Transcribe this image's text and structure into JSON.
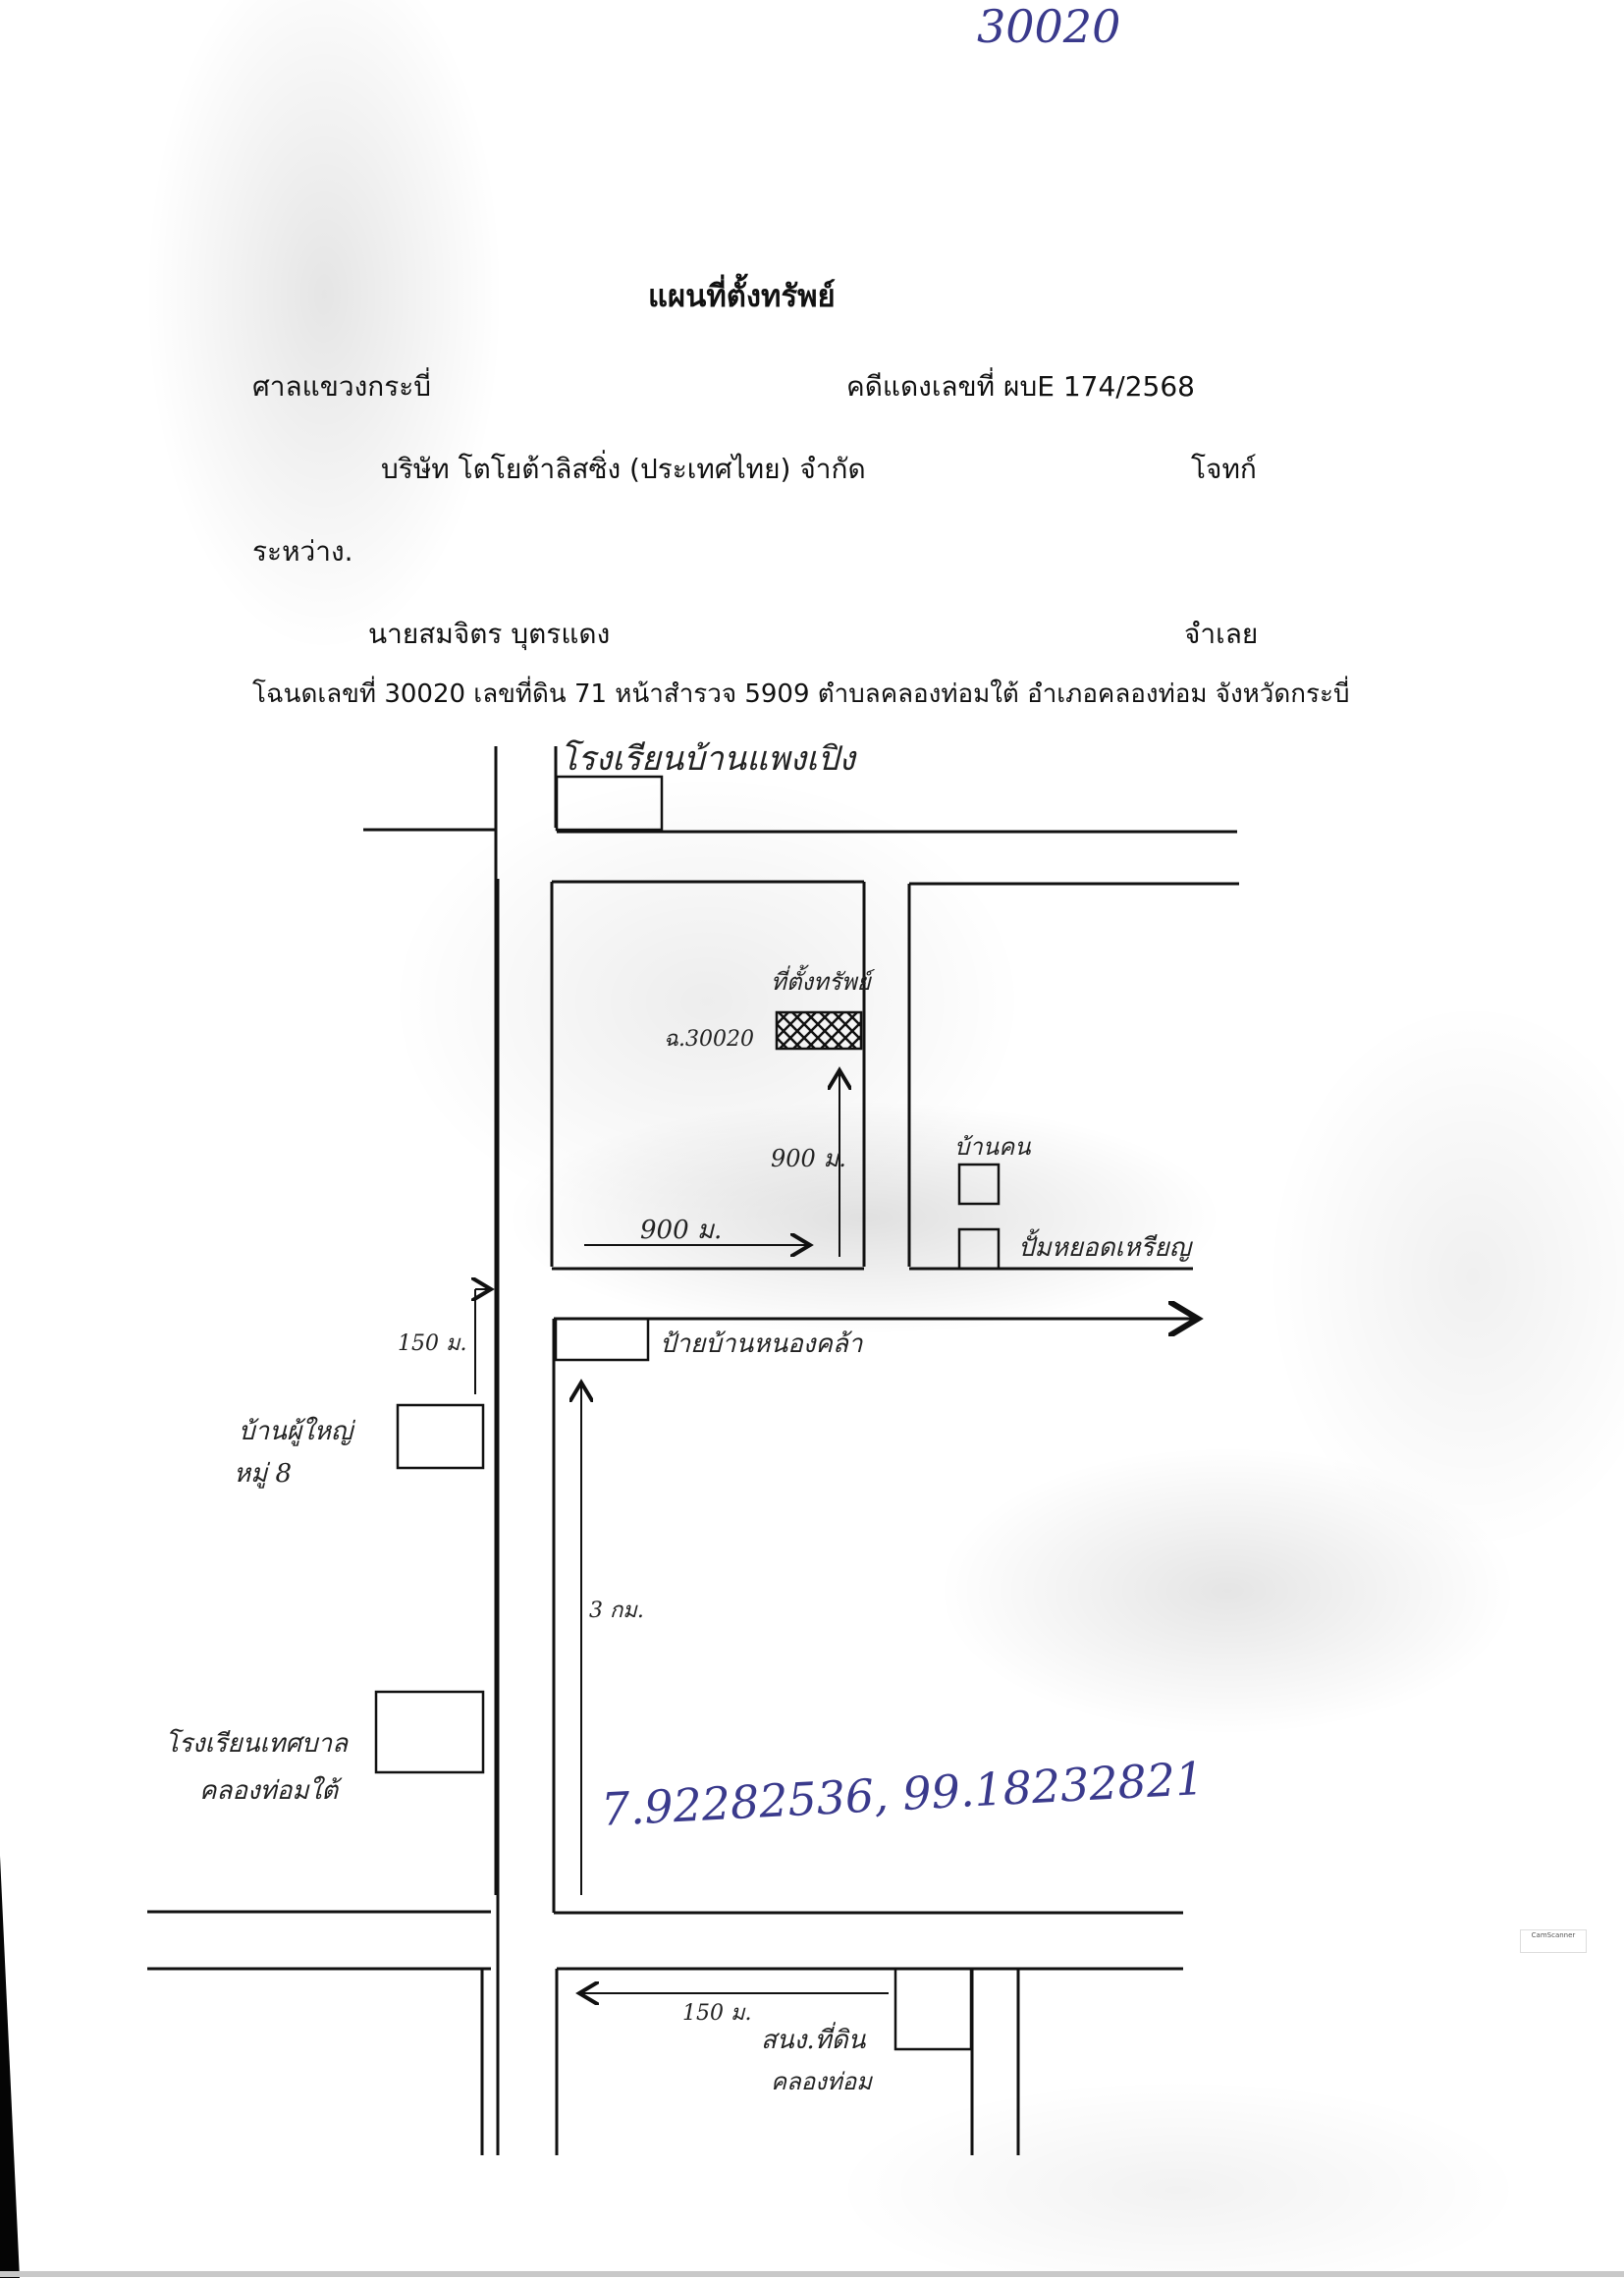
{
  "corner_note": "30020",
  "title": "แผนที่ตั้งทรัพย์",
  "court": "ศาลแขวงกระบี่",
  "case_number": "คดีแดงเลขที่ ผบE 174/2568",
  "plaintiff": {
    "name": "บริษัท โตโยต้าลิสซิ่ง (ประเทศไทย) จำกัด",
    "role": "โจทก์"
  },
  "between_label": "ระหว่าง.",
  "defendant": {
    "name": "นายสมจิตร บุตรแดง",
    "role": "จำเลย"
  },
  "deed_line": "โฉนดเลขที่ 30020 เลขที่ดิน 71 หน้าสำรวจ 5909 ตำบลคลองท่อมใต้ อำเภอคลองท่อม จังหวัดกระบี่",
  "map": {
    "labels": {
      "school_top": "โรงเรียนบ้านแพงเปิง",
      "property_location": "ที่ตั้งทรัพย์",
      "deed_marker": "ฉ.30020",
      "distance_north": "900 ม.",
      "distance_east": "900 ม.",
      "house": "บ้านคน",
      "gas_station": "ปั้มหยอดเหรียญ",
      "distance_150_left": "150 ม.",
      "village_head_house": "บ้านผู้ใหญ่ หมู่ 8",
      "village_head_line1": "บ้านผู้ใหญ่",
      "village_head_line2": "หมู่ 8",
      "nong_khla_sign": "ป้ายบ้านหนองคล้า",
      "distance_3km": "3 กม.",
      "municipal_school_line1": "โรงเรียนเทศบาล",
      "municipal_school_line2": "คลองท่อมใต้",
      "coordinates": "7.92282536, 99.18232821",
      "distance_150_bottom": "150 ม.",
      "land_office_line1": "สนง.ที่ดิน",
      "land_office_line2": "คลองท่อม"
    }
  },
  "watermark": "CamScanner"
}
